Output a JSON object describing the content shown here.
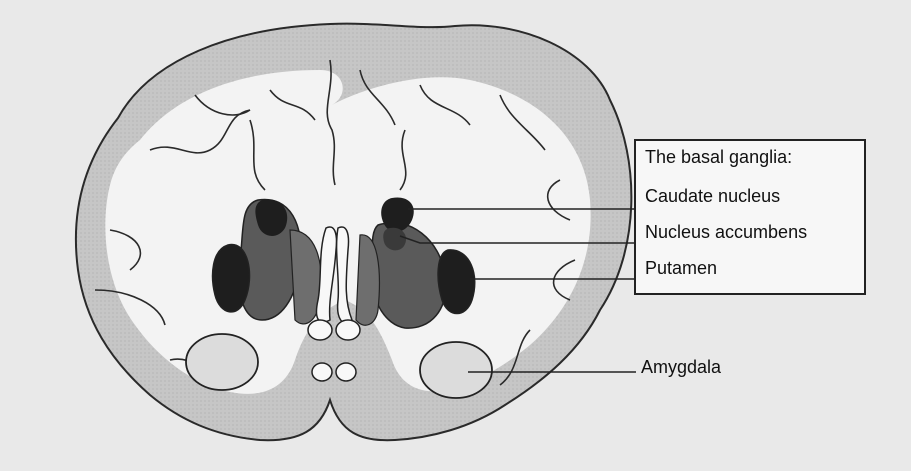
{
  "title": "The basal ganglia:",
  "labels": {
    "caudate": "Caudate nucleus",
    "accumbens": "Nucleus accumbens",
    "putamen": "Putamen",
    "amygdala": "Amygdala"
  },
  "colors": {
    "background": "#e9e9e9",
    "white_matter": "#f3f3f3",
    "cortex": "#c9c9c9",
    "nuclei_dark": "#1e1e1e",
    "nuclei_mid": "#5a5a5a",
    "outline": "#2a2a2a"
  }
}
